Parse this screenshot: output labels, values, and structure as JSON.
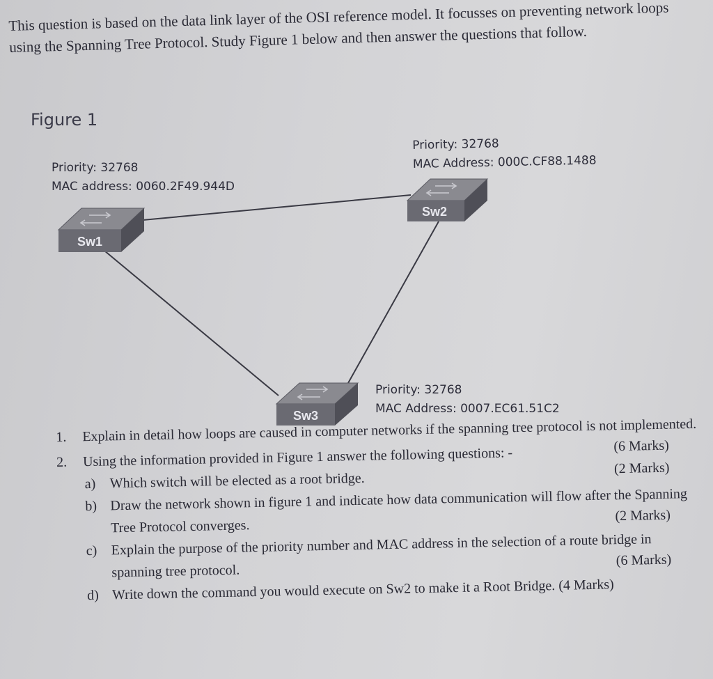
{
  "intro": {
    "text": "This question is based on the data link layer of the OSI reference model. It focusses on preventing network loops using the Spanning Tree Protocol. Study Figure 1 below and then answer the questions that follow."
  },
  "figure": {
    "title": "Figure 1",
    "switches": [
      {
        "name": "Sw1",
        "priority": "Priority: 32768",
        "mac": "MAC address: 0060.2F49.944D"
      },
      {
        "name": "Sw2",
        "priority": "Priority: 32768",
        "mac": "MAC Address: 000C.CF88.1488"
      },
      {
        "name": "Sw3",
        "priority": "Priority: 32768",
        "mac": "MAC Address: 0007.EC61.51C2"
      }
    ]
  },
  "questions": [
    {
      "num": "1.",
      "text": "Explain in detail how loops are caused in computer networks if the spanning tree protocol is not implemented.",
      "marks": "(6 Marks)"
    },
    {
      "num": "2.",
      "text": "Using the information provided in Figure 1 answer the following questions: -",
      "subs": [
        {
          "num": "a)",
          "text": "Which switch will be elected as a root bridge.",
          "marks": "(2 Marks)"
        },
        {
          "num": "b)",
          "text": "Draw the network shown in figure 1 and indicate how data communication will flow after the Spanning Tree Protocol converges.",
          "marks": "(2 Marks)"
        },
        {
          "num": "c)",
          "text": "Explain the purpose of the priority number and MAC address in the selection of a route bridge in spanning tree protocol.",
          "marks": "(6 Marks)"
        },
        {
          "num": "d)",
          "text": "Write down the command you would execute on Sw2 to make it a Root Bridge.",
          "marks": "(4 Marks)"
        }
      ]
    }
  ]
}
